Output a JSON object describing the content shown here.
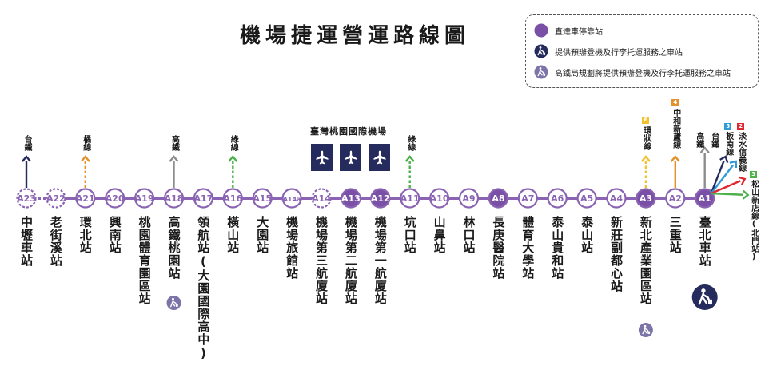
{
  "title": "機場捷運營運路線圖",
  "colors": {
    "line": "#8a63b2",
    "express": "#7a4fa6",
    "navy": "#262b5e",
    "grey": "#8c8c8c",
    "green": "#4db04a",
    "orange": "#e4902b",
    "yellow": "#f2c12e",
    "blue": "#2f9ad6",
    "red": "#e0262e"
  },
  "legend": [
    {
      "icon": "express-stop-icon",
      "label": "直達車停靠站"
    },
    {
      "icon": "check-in-icon",
      "label": "提供預辦登機及行李托運服務之車站"
    },
    {
      "icon": "planned-check-in-icon",
      "label": "高鐵局規劃將提供預辦登機及行李托運服務之車站"
    }
  ],
  "airport": {
    "label": "臺灣桃園國際機場"
  },
  "stations": [
    {
      "code": "A23",
      "name": "中壢車站",
      "style": "dashed"
    },
    {
      "code": "A22",
      "name": "老街溪站",
      "style": "dashed"
    },
    {
      "code": "A21",
      "name": "環北站",
      "style": "normal"
    },
    {
      "code": "A20",
      "name": "興南站",
      "style": "normal"
    },
    {
      "code": "A19",
      "name": "桃園體育園區站",
      "style": "normal"
    },
    {
      "code": "A18",
      "name": "高鐵桃園站",
      "style": "normal"
    },
    {
      "code": "A17",
      "name": "領航站(大園國際高中)",
      "style": "normal"
    },
    {
      "code": "A16",
      "name": "橫山站",
      "style": "normal"
    },
    {
      "code": "A15",
      "name": "大園站",
      "style": "normal"
    },
    {
      "code": "A14a",
      "name": "機場旅館站",
      "style": "normal"
    },
    {
      "code": "A14",
      "name": "機場第三航廈站",
      "style": "dashed"
    },
    {
      "code": "A13",
      "name": "機場第二航廈站",
      "style": "express"
    },
    {
      "code": "A12",
      "name": "機場第一航廈站",
      "style": "express"
    },
    {
      "code": "A11",
      "name": "坑口站",
      "style": "normal"
    },
    {
      "code": "A10",
      "name": "山鼻站",
      "style": "normal"
    },
    {
      "code": "A9",
      "name": "林口站",
      "style": "normal"
    },
    {
      "code": "A8",
      "name": "長庚醫院站",
      "style": "express"
    },
    {
      "code": "A7",
      "name": "體育大學站",
      "style": "normal"
    },
    {
      "code": "A6",
      "name": "泰山貴和站",
      "style": "normal"
    },
    {
      "code": "A5",
      "name": "泰山站",
      "style": "normal"
    },
    {
      "code": "A4",
      "name": "新莊副都心站",
      "style": "normal"
    },
    {
      "code": "A3",
      "name": "新北產業園區站",
      "style": "express"
    },
    {
      "code": "A2",
      "name": "三重站",
      "style": "normal"
    },
    {
      "code": "A1",
      "name": "臺北車站",
      "style": "express"
    }
  ],
  "transfers": [
    {
      "station": "A23",
      "label": "台鐵",
      "color": "navy",
      "dashed": false
    },
    {
      "station": "A21",
      "label": "橘線",
      "color": "orange",
      "dashed": true
    },
    {
      "station": "A18",
      "label": "高鐵",
      "color": "grey",
      "dashed": false
    },
    {
      "station": "A16",
      "label": "綠線",
      "color": "green",
      "dashed": true
    },
    {
      "station": "A11",
      "label": "綠線",
      "color": "green",
      "dashed": true
    },
    {
      "station": "A3",
      "label": "環狀線",
      "badge": "6",
      "color": "yellow",
      "dashed": true
    },
    {
      "station": "A2",
      "label": "中和新蘆線",
      "badge": "4",
      "color": "orange",
      "dashed": false
    },
    {
      "station": "A1",
      "label": "高鐵",
      "color": "grey",
      "dashed": false
    },
    {
      "station": "A1",
      "label": "台鐵",
      "color": "navy",
      "dashed": false
    },
    {
      "station": "A1",
      "label": "板南線",
      "badge": "5",
      "color": "blue",
      "dashed": false
    },
    {
      "station": "A1",
      "label": "淡水信義線",
      "badge": "2",
      "color": "red",
      "dashed": false
    },
    {
      "station": "A1",
      "label": "松山新店線(北門站)",
      "badge": "3",
      "color": "green",
      "dashed": false
    }
  ],
  "check_in": {
    "current": [
      "A1"
    ],
    "planned": [
      "A18",
      "A3"
    ]
  }
}
